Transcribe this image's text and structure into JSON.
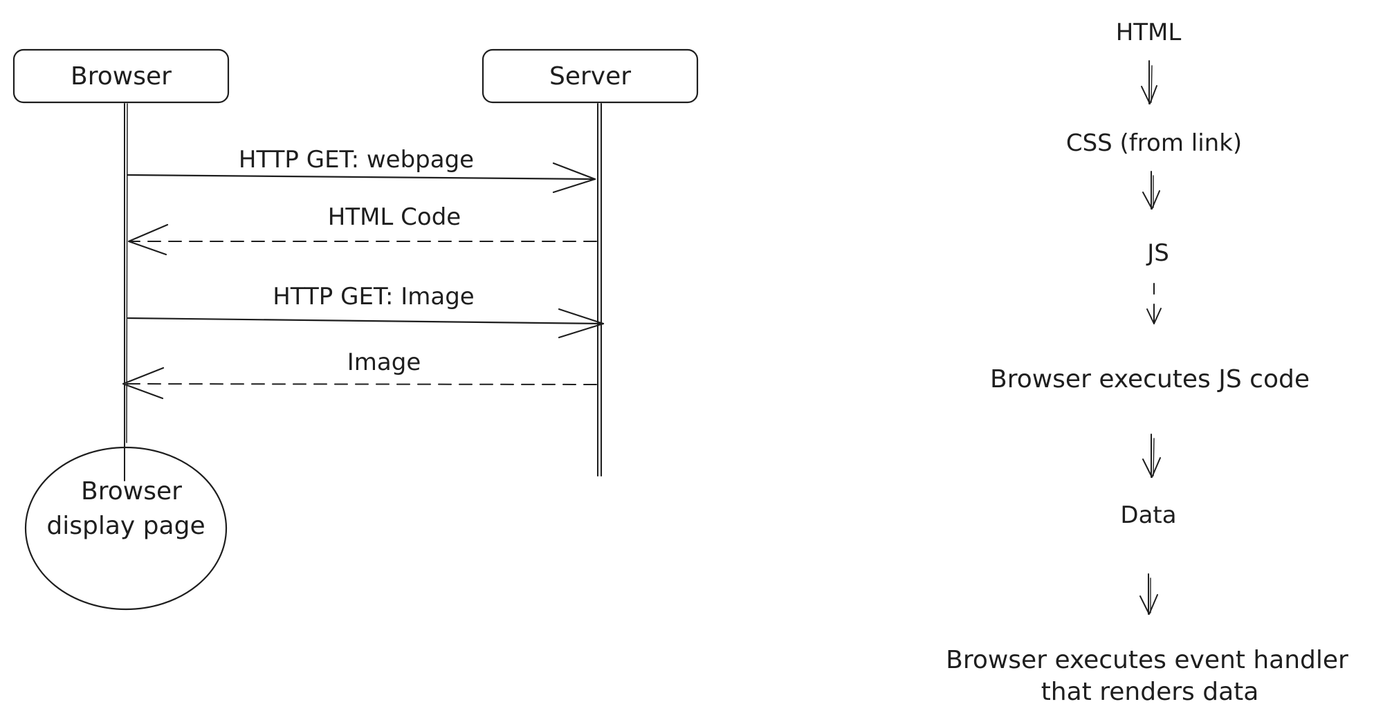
{
  "sequence": {
    "participants": [
      {
        "name": "browser",
        "label": "Browser"
      },
      {
        "name": "server",
        "label": "Server"
      }
    ],
    "messages": [
      {
        "label": "HTTP GET: webpage",
        "from": "browser",
        "to": "server",
        "style": "solid"
      },
      {
        "label": "HTML Code",
        "from": "server",
        "to": "browser",
        "style": "dashed"
      },
      {
        "label": "HTTP GET: Image",
        "from": "browser",
        "to": "server",
        "style": "solid"
      },
      {
        "label": "Image",
        "from": "server",
        "to": "browser",
        "style": "dashed"
      }
    ],
    "terminal": {
      "line1": "Browser",
      "line2": "display page"
    }
  },
  "flow": {
    "steps": [
      {
        "lines": [
          "HTML"
        ]
      },
      {
        "lines": [
          "CSS (from link)"
        ]
      },
      {
        "lines": [
          "JS"
        ]
      },
      {
        "lines": [
          "Browser executes JS code"
        ]
      },
      {
        "lines": [
          "Data"
        ]
      },
      {
        "lines": [
          "Browser executes event handler",
          "that renders data"
        ]
      }
    ],
    "connectors": [
      "solid",
      "solid",
      "dashed",
      "solid",
      "solid"
    ]
  },
  "colors": {
    "ink": "#1e1e1e",
    "background": "#ffffff"
  }
}
